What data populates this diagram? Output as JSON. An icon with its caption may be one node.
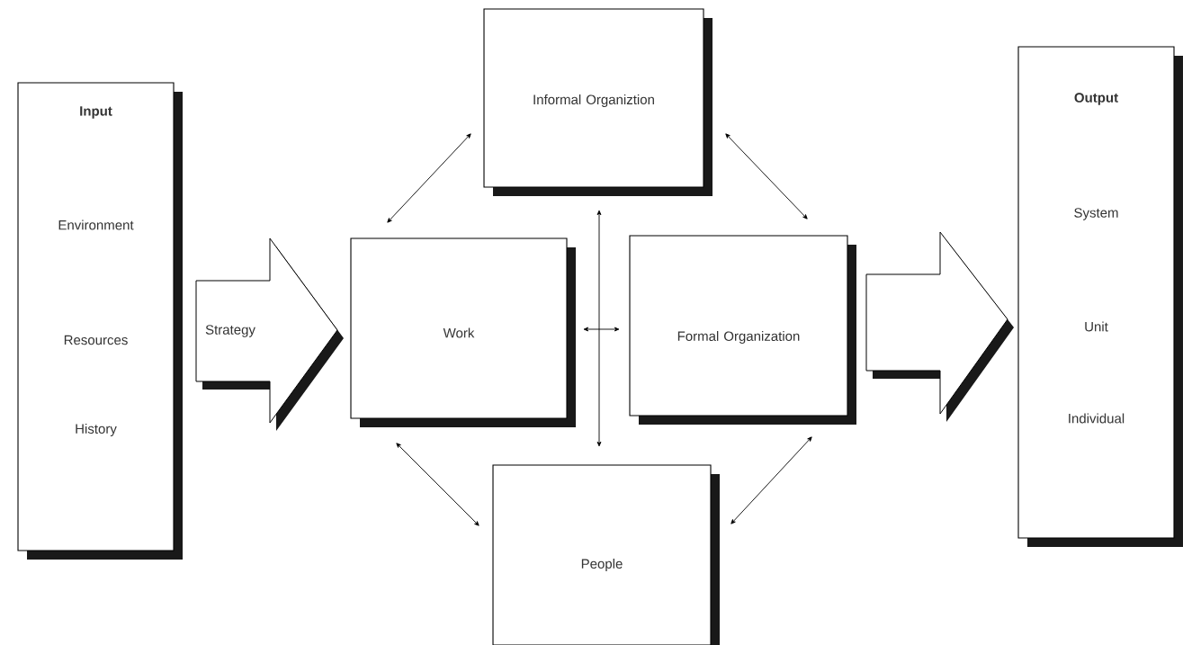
{
  "diagram": {
    "nodes": [
      {
        "text": [
          "Input",
          "Environment",
          "Resources",
          "History"
        ]
      },
      {
        "text": [
          "Informal Organiztion"
        ]
      },
      {
        "text": [
          "Work"
        ]
      },
      {
        "text": [
          "Formal Organization"
        ]
      },
      {
        "text": [
          "People"
        ]
      },
      {
        "text": [
          "Output",
          "System",
          "Unit",
          "Individual"
        ]
      }
    ],
    "edges": [
      {
        "from": 0,
        "to": 2,
        "arrow": "to",
        "style": "thick",
        "label": "Strategy"
      },
      {
        "from": 2,
        "to": 1,
        "arrow": "both"
      },
      {
        "from": 1,
        "to": 3,
        "arrow": "both"
      },
      {
        "from": 2,
        "to": 3,
        "arrow": "both"
      },
      {
        "from": 1,
        "to": 4,
        "arrow": "both"
      },
      {
        "from": 2,
        "to": 4,
        "arrow": "both"
      },
      {
        "from": 3,
        "to": 4,
        "arrow": "both"
      },
      {
        "from": 3,
        "to": 5,
        "arrow": "to",
        "style": "thick"
      }
    ]
  }
}
